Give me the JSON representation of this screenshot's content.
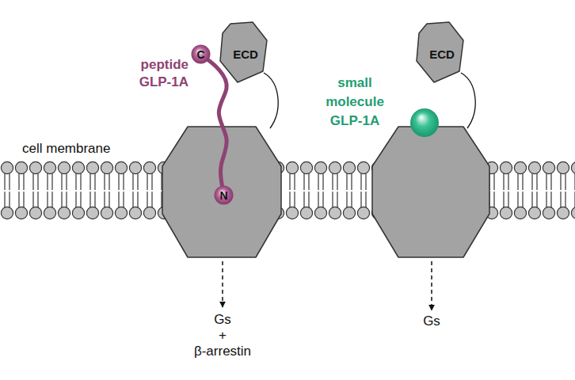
{
  "diagram": {
    "nodes": [
      {
        "text": [
          "ECD"
        ]
      },
      {
        "text": [
          "C"
        ]
      },
      {
        "text": [
          "N"
        ]
      },
      {
        "text": [
          "ECD"
        ]
      }
    ],
    "edges": [
      {
        "from": 1,
        "to": 2,
        "arrow": "none"
      }
    ],
    "labels": [
      "peptide GLP-1A",
      "small molecule GLP-1A",
      "cell membrane",
      "Gs",
      "+",
      "β-arrestin",
      "Gs"
    ]
  }
}
